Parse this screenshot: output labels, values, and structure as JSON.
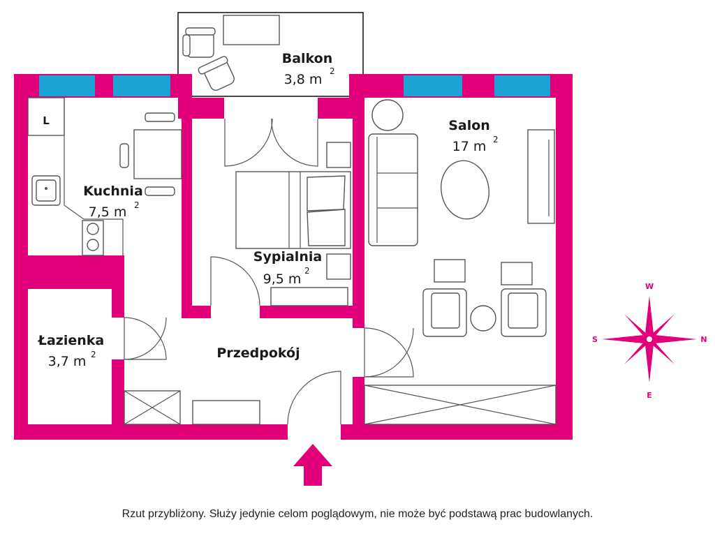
{
  "rooms": {
    "balkon": {
      "name": "Balkon",
      "area": "3,8 m",
      "sup": "2"
    },
    "kuchnia": {
      "name": "Kuchnia",
      "area": "7,5 m",
      "sup": "2"
    },
    "sypialnia": {
      "name": "Sypialnia",
      "area": "9,5 m",
      "sup": "2"
    },
    "salon": {
      "name": "Salon",
      "area": "17 m",
      "sup": "2"
    },
    "lazienka": {
      "name": "Łazienka",
      "area": "3,7 m",
      "sup": "2"
    },
    "przedpokoj": {
      "name": "Przedpokój"
    }
  },
  "fridge_label": "L",
  "compass": {
    "n": "N",
    "s": "S",
    "e": "E",
    "w": "W"
  },
  "disclaimer": "Rzut przybliżony. Służy jedynie celom poglądowym, nie może być podstawą prac budowlanych.",
  "colors": {
    "wall": "#e2007a",
    "window": "#1ba3d6",
    "furniture": "#555555"
  },
  "icons": {
    "entrance": "entrance-arrow-icon",
    "compass": "compass-rose-icon"
  }
}
